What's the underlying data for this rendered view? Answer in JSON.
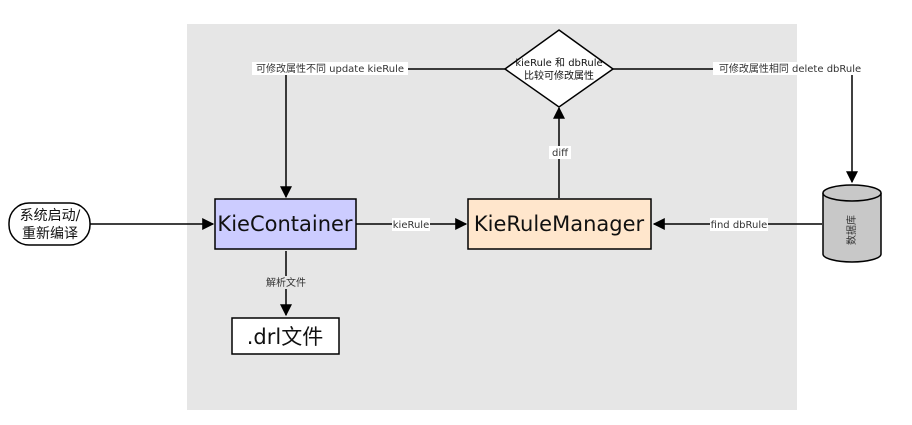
{
  "nodes": {
    "start": {
      "line1": "系统启动/",
      "line2": "重新编译"
    },
    "kie_container": {
      "label": "KieContainer",
      "fill": "#ccccff"
    },
    "kie_rule_manager": {
      "label": "KieRuleManager",
      "fill": "#ffe6cc"
    },
    "drl_file": {
      "label": ".drl文件"
    },
    "decision": {
      "line1": "kieRule 和 dbRule",
      "line2": "比较可修改属性"
    },
    "database": {
      "label": "数据库",
      "fill": "#c8c8c8"
    }
  },
  "edges": {
    "container_to_manager": "kieRule",
    "db_to_manager": "find dbRule",
    "manager_to_decision": "diff",
    "decision_to_container": "可修改属性不同 update kieRule",
    "decision_to_db": "可修改属性相同 delete dbRule",
    "container_to_drl": "解析文件"
  },
  "colors": {
    "region_background": "#e6e6e6",
    "stroke": "#000000"
  }
}
